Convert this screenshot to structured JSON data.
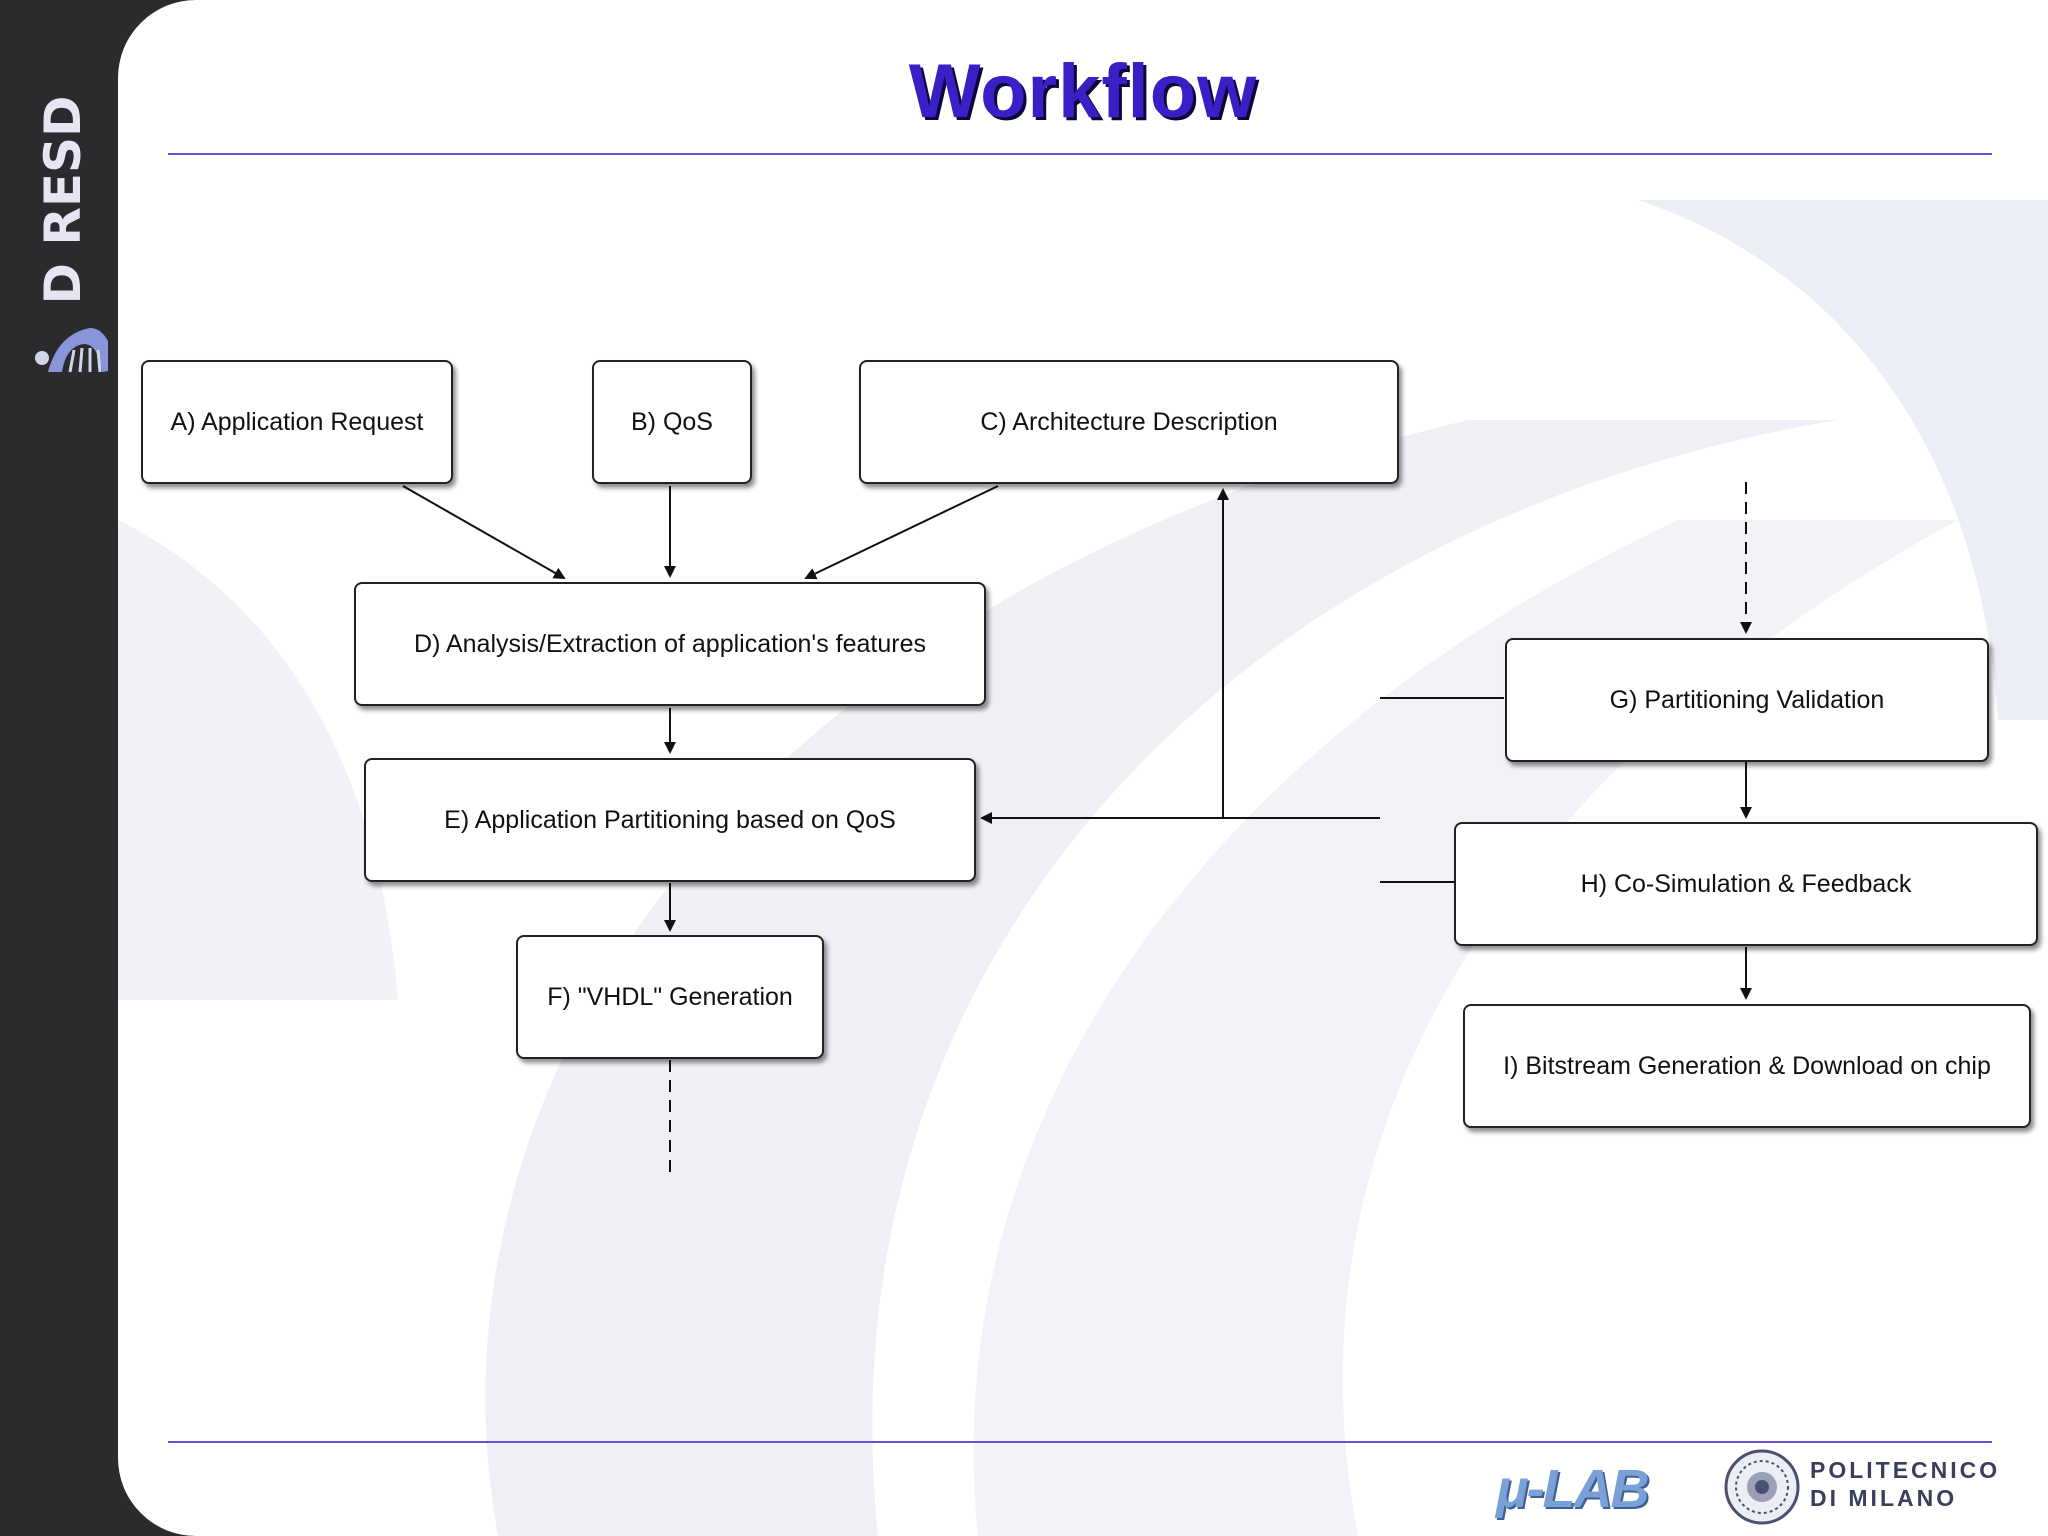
{
  "sidebar": {
    "logo_text": "D RESD",
    "logo_icon": "dresd-logo-mark-icon"
  },
  "slide": {
    "title": "Workflow"
  },
  "diagram": {
    "boxes": {
      "a": "A) Application Request",
      "b": "B) QoS",
      "c": "C) Architecture Description",
      "d": "D) Analysis/Extraction of application's features",
      "e": "E) Application Partitioning based on QoS",
      "f": "F) \"VHDL\" Generation",
      "g": "G) Partitioning Validation",
      "h": "H) Co-Simulation & Feedback",
      "i": "I) Bitstream Generation & Download on chip"
    }
  },
  "footer": {
    "mulab_logo": "μ-LAB",
    "university_line1": "POLITECNICO",
    "university_line2": "DI MILANO",
    "seal_icon": "university-seal-icon"
  },
  "colors": {
    "title": "#3a1fc6",
    "rule": "#6a4fd8",
    "sidebar": "#2b2b2e"
  }
}
